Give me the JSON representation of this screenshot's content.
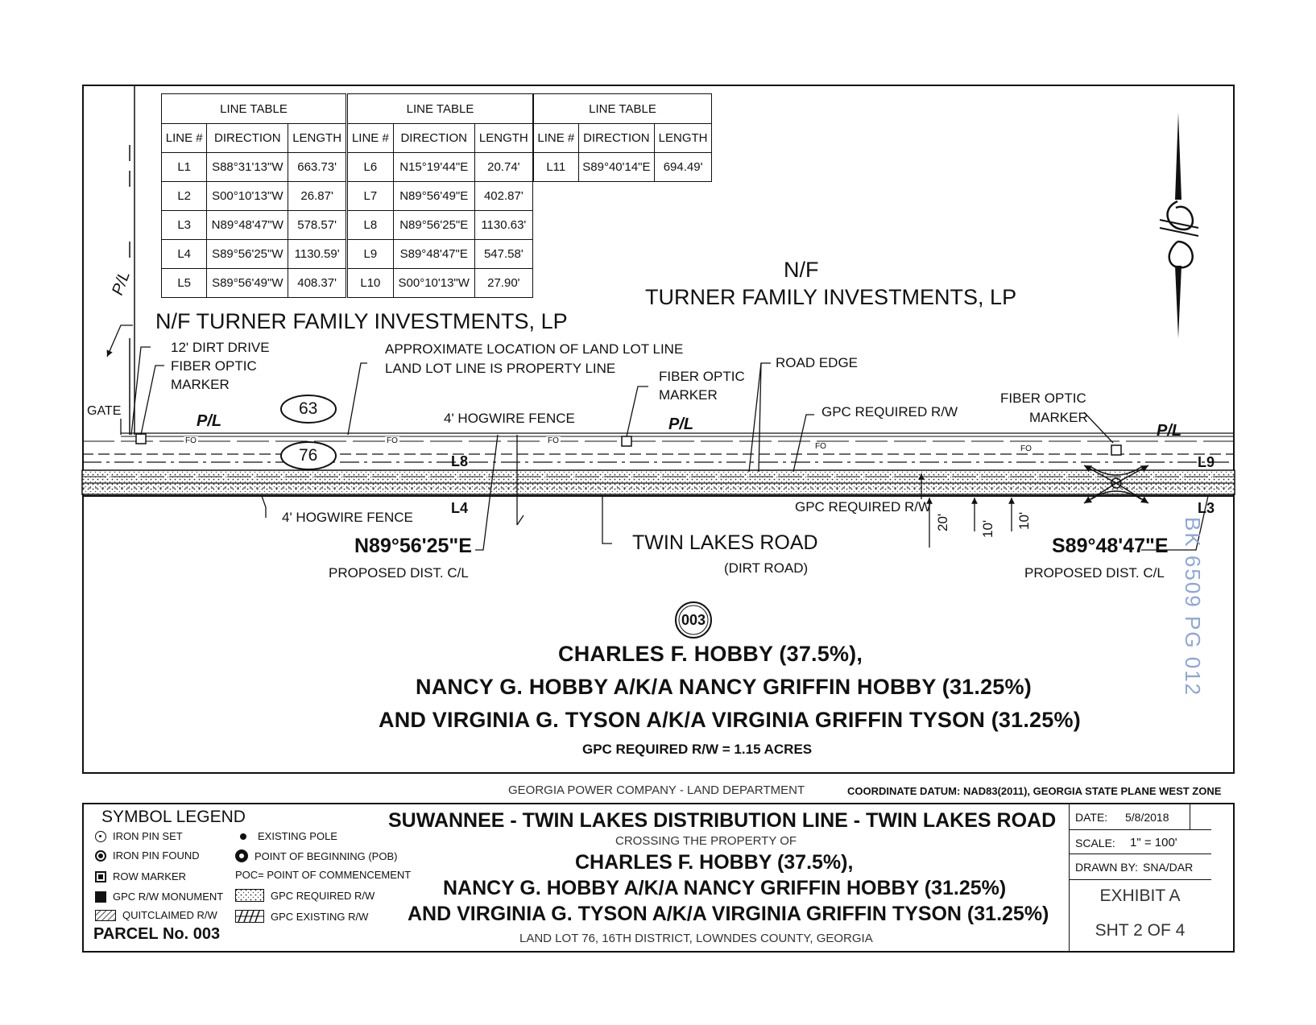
{
  "line_tables": [
    {
      "title": "LINE TABLE",
      "headers": [
        "LINE #",
        "DIRECTION",
        "LENGTH"
      ],
      "rows": [
        [
          "L1",
          "S88°31'13\"W",
          "663.73'"
        ],
        [
          "L2",
          "S00°10'13\"W",
          "26.87'"
        ],
        [
          "L3",
          "N89°48'47\"W",
          "578.57'"
        ],
        [
          "L4",
          "S89°56'25\"W",
          "1130.59'"
        ],
        [
          "L5",
          "S89°56'49\"W",
          "408.37'"
        ]
      ]
    },
    {
      "title": "LINE TABLE",
      "headers": [
        "LINE #",
        "DIRECTION",
        "LENGTH"
      ],
      "rows": [
        [
          "L6",
          "N15°19'44\"E",
          "20.74'"
        ],
        [
          "L7",
          "N89°56'49\"E",
          "402.87'"
        ],
        [
          "L8",
          "N89°56'25\"E",
          "1130.63'"
        ],
        [
          "L9",
          "S89°48'47\"E",
          "547.58'"
        ],
        [
          "L10",
          "S00°10'13\"W",
          "27.90'"
        ]
      ]
    },
    {
      "title": "LINE TABLE",
      "headers": [
        "LINE #",
        "DIRECTION",
        "LENGTH"
      ],
      "rows": [
        [
          "L11",
          "S89°40'14\"E",
          "694.49'"
        ]
      ]
    }
  ],
  "map": {
    "owner_north_1": "N/F",
    "owner_north_2": "TURNER FAMILY INVESTMENTS, LP",
    "owner_west": "N/F TURNER FAMILY INVESTMENTS, LP",
    "pl_mark": "P/L",
    "dirt_drive": "12' DIRT DRIVE",
    "fiber_marker_1a": "FIBER OPTIC",
    "fiber_marker_1b": "MARKER",
    "land_lot_1": "APPROXIMATE LOCATION OF LAND LOT LINE",
    "land_lot_2": "LAND LOT LINE IS PROPERTY LINE",
    "fiber_marker_2a": "FIBER OPTIC",
    "fiber_marker_2b": "MARKER",
    "road_edge": "ROAD EDGE",
    "gpc_rw_top": "GPC REQUIRED R/W",
    "fiber_marker_3a": "FIBER OPTIC",
    "fiber_marker_3b": "MARKER",
    "gate": "GATE",
    "land_lot_63": "63",
    "land_lot_76": "76",
    "hogwire_top": "4' HOGWIRE FENCE",
    "hogwire_bottom": "4' HOGWIRE FENCE",
    "fo": "FO",
    "l8": "L8",
    "l4": "L4",
    "l9": "L9",
    "l3": "L3",
    "gpc_rw_bottom": "GPC REQUIRED R/W",
    "dim_20": "20'",
    "dim_10a": "10'",
    "dim_10b": "10'",
    "bearing_left": "N89°56'25\"E",
    "bearing_right": "S89°48'47\"E",
    "proposed_left": "PROPOSED DIST. C/L",
    "proposed_right": "PROPOSED DIST. C/L",
    "road_name": "TWIN LAKES ROAD",
    "road_type": "(DIRT ROAD)",
    "parcel_number": "003",
    "owner_line_1": "CHARLES F. HOBBY (37.5%),",
    "owner_line_2": "NANCY G. HOBBY A/K/A NANCY GRIFFIN HOBBY (31.25%)",
    "owner_line_3": "AND VIRGINIA G. TYSON A/K/A VIRGINIA GRIFFIN TYSON (31.25%)",
    "required_area": "GPC REQUIRED R/W = 1.15 ACRES",
    "stamp": "BK 6509 PG 012"
  },
  "footer_line": {
    "company": "GEORGIA POWER COMPANY  -  LAND DEPARTMENT",
    "datum": "COORDINATE DATUM: NAD83(2011), GEORGIA STATE PLANE WEST ZONE"
  },
  "legend": {
    "title": "SYMBOL LEGEND",
    "items_left": [
      "IRON PIN SET",
      "IRON PIN FOUND",
      "ROW MARKER",
      "GPC R/W MONUMENT",
      "QUITCLAIMED R/W"
    ],
    "items_right": [
      "EXISTING POLE",
      "POINT OF BEGINNING (POB)",
      "POC= POINT OF COMMENCEMENT",
      "GPC REQUIRED R/W",
      "GPC EXISTING R/W"
    ],
    "parcel": "PARCEL No. 003"
  },
  "title_block": {
    "project": "SUWANNEE - TWIN LAKES DISTRIBUTION LINE - TWIN LAKES ROAD",
    "crossing": "CROSSING THE PROPERTY OF",
    "owner_1": "CHARLES F. HOBBY (37.5%),",
    "owner_2": "NANCY G. HOBBY A/K/A NANCY GRIFFIN HOBBY (31.25%)",
    "owner_3": "AND VIRGINIA G. TYSON A/K/A VIRGINIA GRIFFIN TYSON (31.25%)",
    "location": "LAND LOT 76, 16TH DISTRICT, LOWNDES COUNTY, GEORGIA",
    "date_label": "DATE:",
    "date_value": "5/8/2018",
    "scale_label": "SCALE:",
    "scale_value": "1\" = 100'",
    "drawn_label": "DRAWN BY:",
    "drawn_value": "SNA/DAR",
    "exhibit": "EXHIBIT A",
    "sheet": "SHT 2 OF 4"
  }
}
